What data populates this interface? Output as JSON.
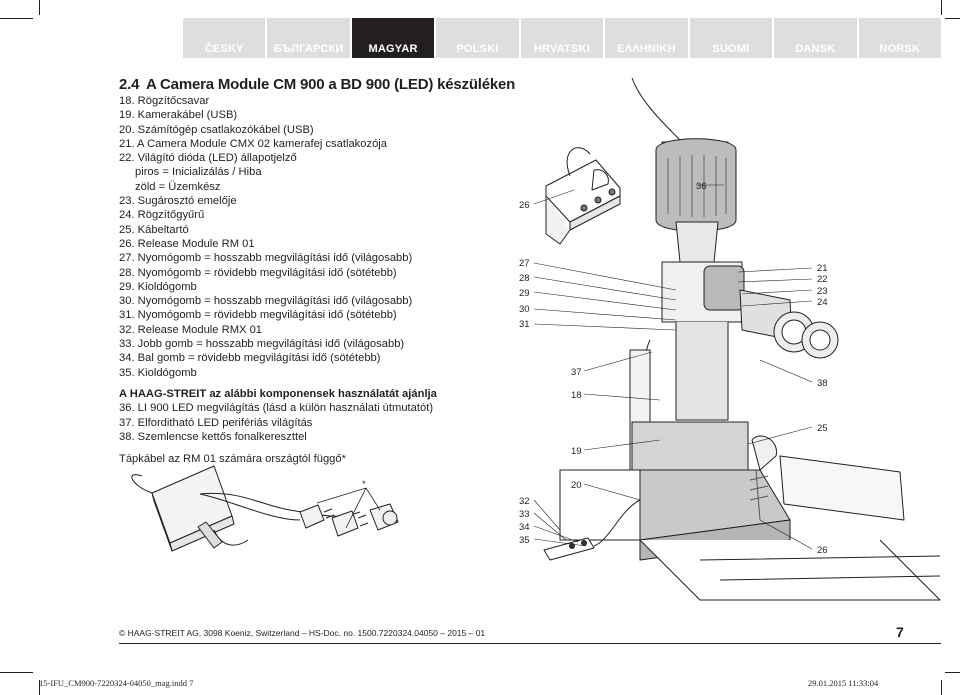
{
  "tabs": [
    {
      "label": "ČESKY",
      "active": false
    },
    {
      "label": "БЪЛГАРСКИ",
      "active": false
    },
    {
      "label": "MAGYAR",
      "active": true
    },
    {
      "label": "POLSKI",
      "active": false
    },
    {
      "label": "HRVATSKI",
      "active": false
    },
    {
      "label": "ΕΛΛΗΝΙΚΗ",
      "active": false
    },
    {
      "label": "SUOMI",
      "active": false
    },
    {
      "label": "DANSK",
      "active": false
    },
    {
      "label": "NORSK",
      "active": false
    }
  ],
  "section": {
    "number": "2.4",
    "title": "A Camera Module CM 900 a BD 900 (LED) készüléken"
  },
  "items": [
    "18. Rögzítőcsavar",
    "19. Kamerakábel (USB)",
    "20. Számítógép csatlakozókábel (USB)",
    "21. A Camera Module CMX 02 kamerafej csatlakozója",
    "22. Világító dióda (LED) állapotjelző",
    "piros = Inicializálás / Hiba",
    "zöld = Üzemkész",
    "23. Sugárosztó emelője",
    "24. Rögzítőgyűrű",
    "25. Kábeltartó",
    "26. Release Module RM 01",
    "27. Nyomógomb = hosszabb megvilágítási idő (világosabb)",
    "28. Nyomógomb = rövidebb megvilágítási idő (sötétebb)",
    "29. Kioldógomb",
    "30. Nyomógomb = hosszabb megvilágítási idő (világosabb)",
    "31. Nyomógomb = rövidebb megvilágítási idő (sötétebb)",
    "32. Release Module RMX 01",
    "33. Jobb gomb = hosszabb megvilágítási idő (világosabb)",
    "34. Bal gomb = rövidebb megvilágítási idő (sötétebb)",
    "35. Kioldógomb"
  ],
  "components_heading": "A HAAG-STREIT az alábbi komponensek használatát ajánlja",
  "components": [
    "36. LI 900 LED megvilágítás (lásd a külön használati útmutatót)",
    "37. Elforditható LED perifériás világítás",
    "38. Szemlencse kettős fonalkereszttel"
  ],
  "note": "Tápkábel az RM 01 számára országtól függő*",
  "callouts": {
    "c26a": "26",
    "c27": "27",
    "c28": "28",
    "c29": "29",
    "c30": "30",
    "c31": "31",
    "c36": "36",
    "c21": "21",
    "c22": "22",
    "c23": "23",
    "c24": "24",
    "c37": "37",
    "c18": "18",
    "c38": "38",
    "c25": "25",
    "c19": "19",
    "c20": "20",
    "c32": "32",
    "c33": "33",
    "c34": "34",
    "c35": "35",
    "c26b": "26",
    "star": "*"
  },
  "footer": {
    "copyright": "© HAAG-STREIT AG, 3098 Koeniz, Switzerland – HS-Doc. no. 1500.7220324.04050 – 2015 – 01",
    "page_number": "7",
    "slug_left": "15-IFU_CM900-7220324-04050_mag.indd   7",
    "slug_right": "29.01.2015   11:33:04"
  }
}
